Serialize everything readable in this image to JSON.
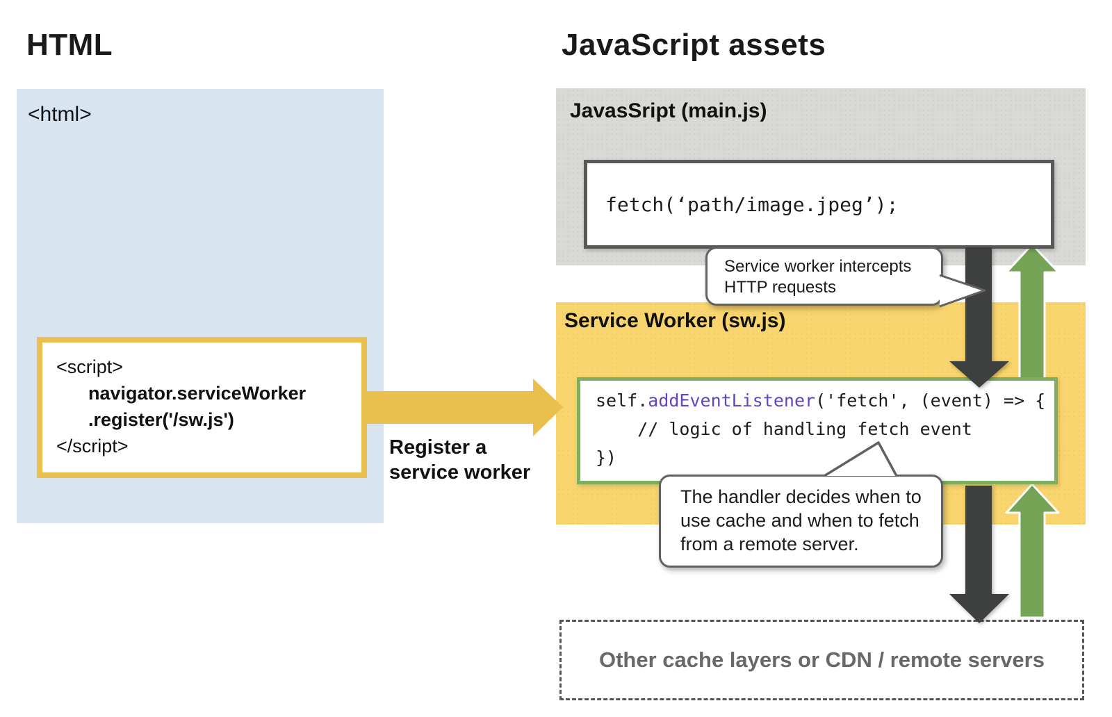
{
  "left_panel": {
    "title": "HTML",
    "html_tag": "<html>",
    "script_box": {
      "line1": "<script>",
      "line2": "navigator.serviceWorker",
      "line3": ".register('/sw.js')",
      "line4": "</script>"
    }
  },
  "register_arrow": {
    "label_line1": "Register a",
    "label_line2": "service worker"
  },
  "right_panel": {
    "title": "JavaScript assets",
    "mainjs": {
      "title": "JavasSript (main.js)",
      "code": "fetch(‘path/image.jpeg’);"
    },
    "service_worker": {
      "title": "Service Worker (sw.js)",
      "code_line1_pre": "self.",
      "code_line1_keyword": "addEventListener",
      "code_line1_post": "('fetch', (event) => {",
      "code_line2": "    // logic of handling fetch event",
      "code_line3": "})"
    },
    "bottom_box": {
      "label": "Other cache layers or CDN / remote servers"
    }
  },
  "bubbles": {
    "intercept": {
      "line1": "Service worker intercepts",
      "line2": "HTTP requests"
    },
    "handler": {
      "line1": "The handler decides when to",
      "line2": "use cache and when to fetch",
      "line3": "from a remote server."
    }
  },
  "colors": {
    "blue_panel": "#d9e4f1",
    "gray_panel": "#d9d9d6",
    "yellow_panel": "#f8d56e",
    "yellow_accent": "#e9c04d",
    "green_arrow": "#76a456",
    "green_border": "#7fae5f",
    "dark_arrow": "#3e4040",
    "code_keyword": "#6443c4",
    "bubble_border": "#616161",
    "muted_text": "#686868"
  }
}
